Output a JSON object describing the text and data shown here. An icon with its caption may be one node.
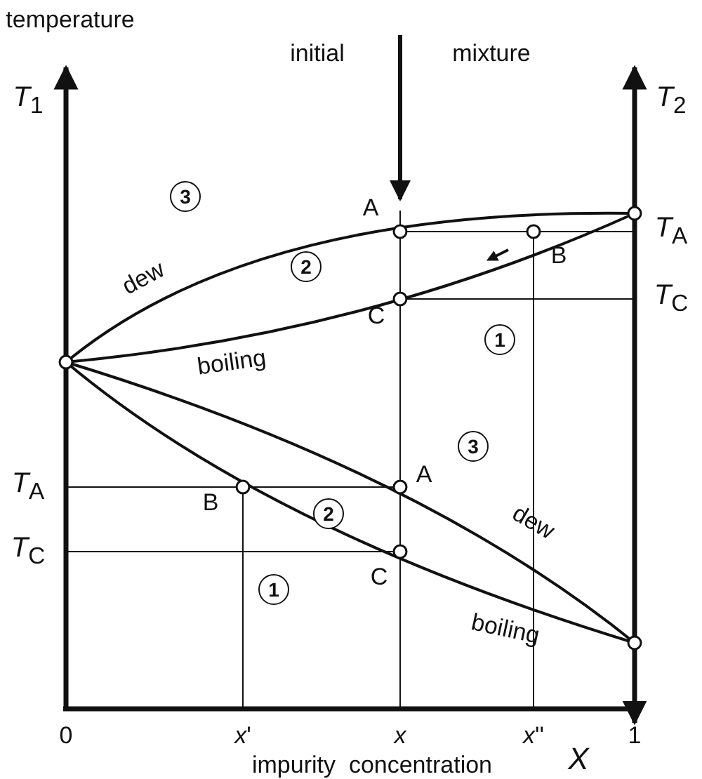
{
  "diagram": {
    "labels": [
      "temperature",
      "initial",
      "mixture",
      "*T*$_{1}$",
      "*T*$_{2}$",
      "A",
      "3",
      "B",
      "*T*$_{A}$",
      "dew",
      "2",
      "*T*$_{C}$",
      "C",
      "1",
      "boiling",
      "3",
      "*T*$_{A}$",
      "B",
      "A",
      "2",
      "dew",
      "*T*$_{C}$",
      "C",
      "1",
      "boiling",
      "0",
      "*x*'",
      "*x*",
      "*x*''",
      "1",
      "impurity  concentration",
      "X"
    ]
  }
}
